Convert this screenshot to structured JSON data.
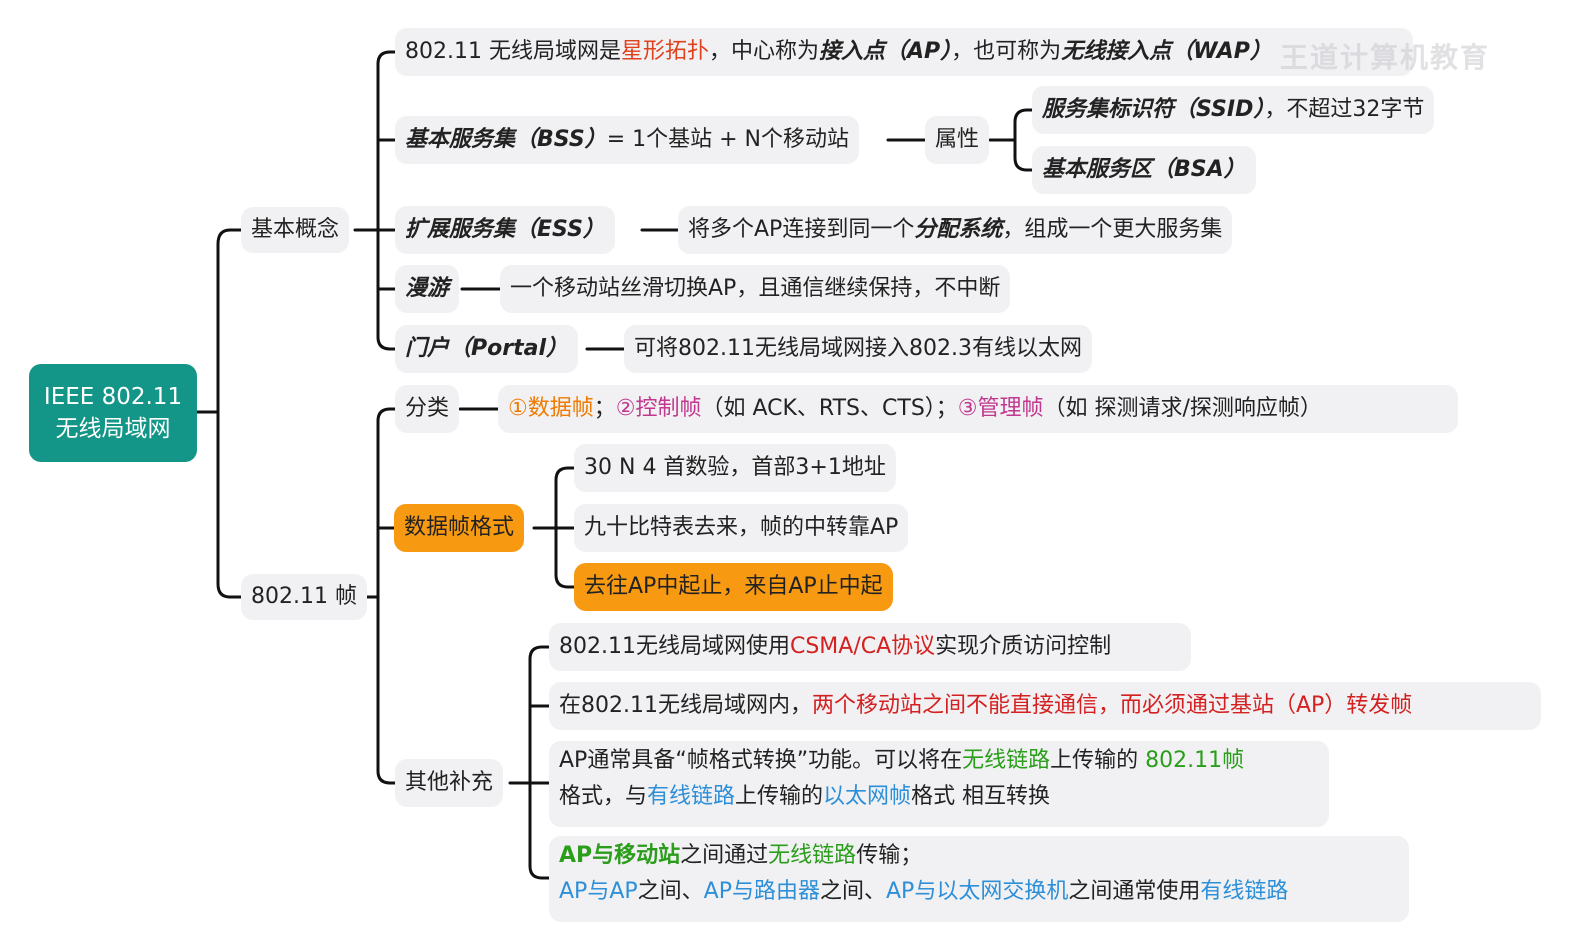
{
  "root": "IEEE 802.11\n无线局域网",
  "basic": {
    "label": "基本概念",
    "star": [
      "802.11 无线局域网是",
      "星形拓扑",
      "，中心称为",
      "接入点（AP）",
      "，也可称为",
      "无线接入点（WAP）"
    ],
    "bss": [
      "基本服务集（BSS）",
      "= 1个基站 + N个移动站"
    ],
    "attr_label": "属性",
    "ssid": [
      "服务集标识符（SSID）",
      "，不超过32字节"
    ],
    "bsa": "基本服务区（BSA）",
    "ess": "扩展服务集（ESS）",
    "ess_desc": [
      "将多个AP连接到同一个",
      "分配系统",
      "，组成一个更大服务集"
    ],
    "roam": "漫游",
    "roam_desc": "一个移动站丝滑切换AP，且通信继续保持，不中断",
    "portal": "门户（Portal）",
    "portal_desc": "可将802.11无线局域网接入802.3有线以太网"
  },
  "frame": {
    "label": "802.11 帧",
    "class_label": "分类",
    "class_desc": [
      "①数据帧",
      "；",
      "②控制帧",
      "（如 ACK、RTS、CTS）；",
      "③管理帧",
      "（如 探测请求/探测响应帧）"
    ],
    "format_label": "数据帧格式",
    "format_items": [
      "30 N 4 首数验，首部3+1地址",
      "九十比特表去来，帧的中转靠AP",
      "去往AP中起止，来自AP止中起"
    ],
    "other_label": "其他补充",
    "other1": [
      "802.11无线局域网使用",
      "CSMA/CA协议",
      "实现介质访问控制"
    ],
    "other2": [
      "在802.11无线局域网内，",
      "两个移动站之间不能直接通信，而必须通过基站（AP）转发帧"
    ],
    "other3": [
      "AP通常具备“帧格式转换”功能。可以将在",
      "无线链路",
      "上传输的",
      "802.11帧",
      "格式，与",
      "有线链路",
      "上传输的",
      "以太网帧",
      "格式 相互转换"
    ],
    "other4": [
      "AP与移动站",
      "之间通过",
      "无线链路",
      "传输；",
      "AP与AP",
      "之间、",
      "AP与路由器",
      "之间、",
      "AP与以太网交换机",
      "之间通常使用",
      "有线链路"
    ]
  },
  "watermark": "王道计算机教育",
  "colors": {
    "root": "#139687",
    "orange_box": "#f79a12",
    "node_bg": "#f1f1f3",
    "edge": "#111111"
  }
}
